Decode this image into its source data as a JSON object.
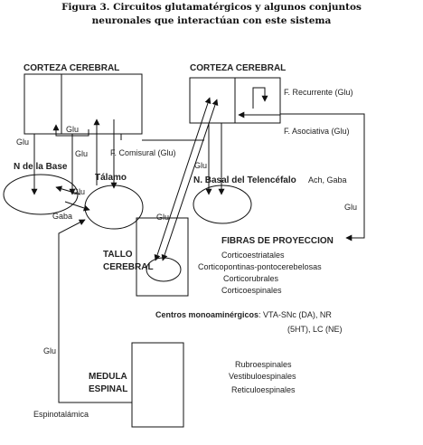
{
  "caption": {
    "line1": "Figura 3. Circuitos glutamatérgicos y algunos conjuntos",
    "line2": "neuronales que interactúan con este sistema"
  },
  "labels": {
    "corteza_left": "CORTEZA CEREBRAL",
    "corteza_right": "CORTEZA CEREBRAL",
    "f_recurrente": "F. Recurrente (Glu)",
    "f_asociativa": "F. Asociativa (Glu)",
    "f_comisural": "F. Comisural (Glu)",
    "glu_top_inner": "Glu",
    "glu_left_1": "Glu",
    "glu_left_2": "Glu",
    "n_base": "N de la Base",
    "talamo": "Tálamo",
    "glu_talamo": "Glu",
    "gaba": "Gaba",
    "glu_right_ctx": "Glu",
    "n_basal": "N. Basal del Telencéfalo",
    "ach_gaba": "Ach, Gaba",
    "glu_right": "Glu",
    "glu_tallo": "Glu",
    "tallo_1": "TALLO",
    "tallo_2": "CEREBRAL",
    "fibras": "FIBRAS DE PROYECCION",
    "fibras_items": [
      "Corticoestriatales",
      "Corticopontinas-pontocerebelosas",
      "Corticorubrales",
      "Corticoespinales"
    ],
    "centros": "Centros monoaminérgicos",
    "centros_rest": ": VTA-SNc (DA), NR",
    "centros_line2": "(5HT), LC (NE)",
    "glu_bottom": "Glu",
    "medula_1": "MEDULA",
    "medula_2": "ESPINAL",
    "spinal_items": [
      "Rubroespinales",
      "Vestibuloespinales",
      "Reticuloespinales"
    ],
    "espinotalamica": "Espinotalámica"
  }
}
